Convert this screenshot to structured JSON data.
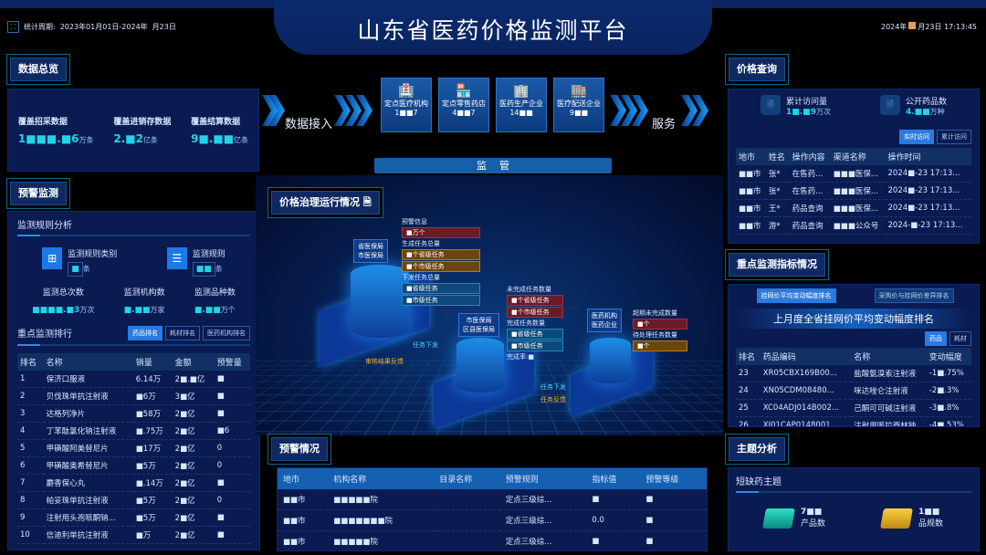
{
  "header": {
    "title": "山东省医药价格监测平台",
    "period_label": "统计周期:",
    "period_value": "2023年01月01日-2024年",
    "period_end": "月23日",
    "datetime_prefix": "2024年",
    "datetime_suffix": "月23日 17:13:45"
  },
  "overview": {
    "title": "数据总览",
    "items": [
      {
        "label": "覆盖招采数据",
        "value": "1■■■.■6",
        "unit": "万条"
      },
      {
        "label": "覆盖进销存数据",
        "value": "2.■2",
        "unit": "亿条"
      },
      {
        "label": "覆盖结算数据",
        "value": "9■.■■",
        "unit": "亿条"
      }
    ]
  },
  "warning_monitor": {
    "title": "预警监测",
    "rule_analysis": "监测规则分析",
    "rule_types": {
      "label": "监测规则类别",
      "value": "■",
      "unit": "条"
    },
    "rules": {
      "label": "监测规则",
      "value": "■■",
      "unit": "条"
    },
    "stats": [
      {
        "label": "监测总次数",
        "value": "■■■■.■3",
        "unit": "万次"
      },
      {
        "label": "监测机构数",
        "value": "■.■■",
        "unit": "万家"
      },
      {
        "label": "监测品种数",
        "value": "■.■■",
        "unit": "万个"
      }
    ],
    "ranking": {
      "title": "重点监测排行",
      "tabs": [
        "药品排名",
        "耗材排名",
        "医药机构排名"
      ],
      "columns": [
        "排名",
        "名称",
        "销量",
        "金额",
        "预警量"
      ],
      "rows": [
        [
          "1",
          "保济口服液",
          "6.14万",
          "2■.■亿",
          "■"
        ],
        [
          "2",
          "贝伐珠单抗注射液",
          "■6万",
          "3■亿",
          "■"
        ],
        [
          "3",
          "达格列净片",
          "■58万",
          "2■亿",
          "■"
        ],
        [
          "4",
          "丁苯酞氯化钠注射液",
          "■.75万",
          "2■亿",
          "■6"
        ],
        [
          "5",
          "甲磺酸阿美替尼片",
          "■17万",
          "2■亿",
          "0"
        ],
        [
          "6",
          "甲磺酸奥希替尼片",
          "■5万",
          "2■亿",
          "0"
        ],
        [
          "7",
          "麝香保心丸",
          "■.14万",
          "2■亿",
          "■"
        ],
        [
          "8",
          "帕妥珠单抗注射液",
          "■5万",
          "2■亿",
          "0"
        ],
        [
          "9",
          "注射用头孢哌酮钠...",
          "■5万",
          "2■亿",
          "■"
        ],
        [
          "10",
          "信迪利单抗注射液",
          "■万",
          "2■亿",
          "■"
        ]
      ]
    }
  },
  "flow": {
    "left_label": "数据接入",
    "right_label": "服务",
    "supervise": "监    管",
    "boxes": [
      {
        "label": "定点医疗机构",
        "value": "1■■7"
      },
      {
        "label": "定点零售药店",
        "value": "4■■7"
      },
      {
        "label": "医药生产企业",
        "value": "14■■"
      },
      {
        "label": "医疗配送企业",
        "value": "9■■"
      }
    ]
  },
  "governance": {
    "title": "价格治理运行情况",
    "node1": {
      "lines": [
        "省医保局",
        "市医保局"
      ],
      "warn_label": "预警信息",
      "warn_value": "■万个",
      "gen_label": "生成任务总量",
      "gen": [
        "■个省级任务",
        "■个市级任务"
      ],
      "issue_label": "下发任务总量",
      "issue": [
        "■省级任务",
        "■市级任务"
      ]
    },
    "node2": {
      "lines": [
        "市医保局",
        "区县医保局"
      ],
      "undone_label": "未完成任务数量",
      "undone": [
        "■个省级任务",
        "■个市级任务"
      ],
      "done_label": "完成任务数量",
      "done": [
        "■省级任务",
        "■市级任务"
      ],
      "rate_label": "完成率:",
      "rate_value": "■"
    },
    "node3": {
      "lines": [
        "医药机构",
        "医药企业"
      ],
      "overdue_label": "超期未完成数量",
      "overdue": "■个",
      "pending_label": "待处理任务数量",
      "pending": "■个"
    },
    "arrows": [
      "任务下发",
      "审核结果反馈",
      "任务下发",
      "任务反馈"
    ]
  },
  "warning_status": {
    "title": "预警情况",
    "columns": [
      "地市",
      "机构名称",
      "目录名称",
      "预警规则",
      "指标值",
      "预警等级"
    ],
    "rows": [
      [
        "■■市",
        "■■■■■院",
        "",
        "定点三级综...",
        "■",
        "■"
      ],
      [
        "■■市",
        "■■■■■■■院",
        "",
        "定点三级综...",
        "0.0",
        "■"
      ],
      [
        "■■市",
        "■■■■■院",
        "",
        "定点三级综...",
        "■",
        "■"
      ]
    ]
  },
  "price_query": {
    "title": "价格查询",
    "visits": {
      "label": "累计访问量",
      "value": "1■.■9",
      "unit": "万次"
    },
    "drugs": {
      "label": "公开药品数",
      "value": "4.■■",
      "unit": "万种"
    },
    "tabs": [
      "实时访问",
      "累计访问"
    ],
    "columns": [
      "地市",
      "姓名",
      "操作内容",
      "渠道名称",
      "操作时间"
    ],
    "rows": [
      [
        "■■市",
        "张*",
        "在售药...",
        "■■■医保...",
        "2024■-23 17:13..."
      ],
      [
        "■■市",
        "张*",
        "在售药...",
        "■■■医保...",
        "2024■-23 17:13..."
      ],
      [
        "■■市",
        "王*",
        "药品查询",
        "■■■医保...",
        "2024■-23 17:13..."
      ],
      [
        "■■市",
        "游*",
        "药品查询",
        "■■■公众号",
        "2024-■-23 17:13..."
      ]
    ]
  },
  "key_indicators": {
    "title": "重点监测指标情况",
    "tabs": [
      "挂网价平均变动幅度排名",
      "采购价与挂网价差异排名"
    ],
    "subtitle": "上月度全省挂网价平均变动幅度排名",
    "type_tabs": [
      "药品",
      "耗材"
    ],
    "columns": [
      "排名",
      "药品编码",
      "名称",
      "变动幅度"
    ],
    "rows": [
      [
        "23",
        "XR05CBX169B00...",
        "盐酸氨溴索注射液",
        "-1■.75%"
      ],
      [
        "24",
        "XN05CDM08480...",
        "咪达唑仑注射液",
        "-2■.3%"
      ],
      [
        "25",
        "XC04ADJ014B002...",
        "己酮可可碱注射液",
        "-3■.8%"
      ],
      [
        "26",
        "XJ01CAP0148001...",
        "注射用哌拉西林钠",
        "-4■.53%"
      ]
    ]
  },
  "theme": {
    "title": "主题分析",
    "subtitle": "短缺药主题",
    "products": {
      "value": "7■■",
      "label": "产品数"
    },
    "specs": {
      "value": "1■■",
      "label": "品规数"
    }
  },
  "colors": {
    "accent": "#1fd6e8",
    "panel": "#0a1b52",
    "button": "#2a7ae0"
  }
}
